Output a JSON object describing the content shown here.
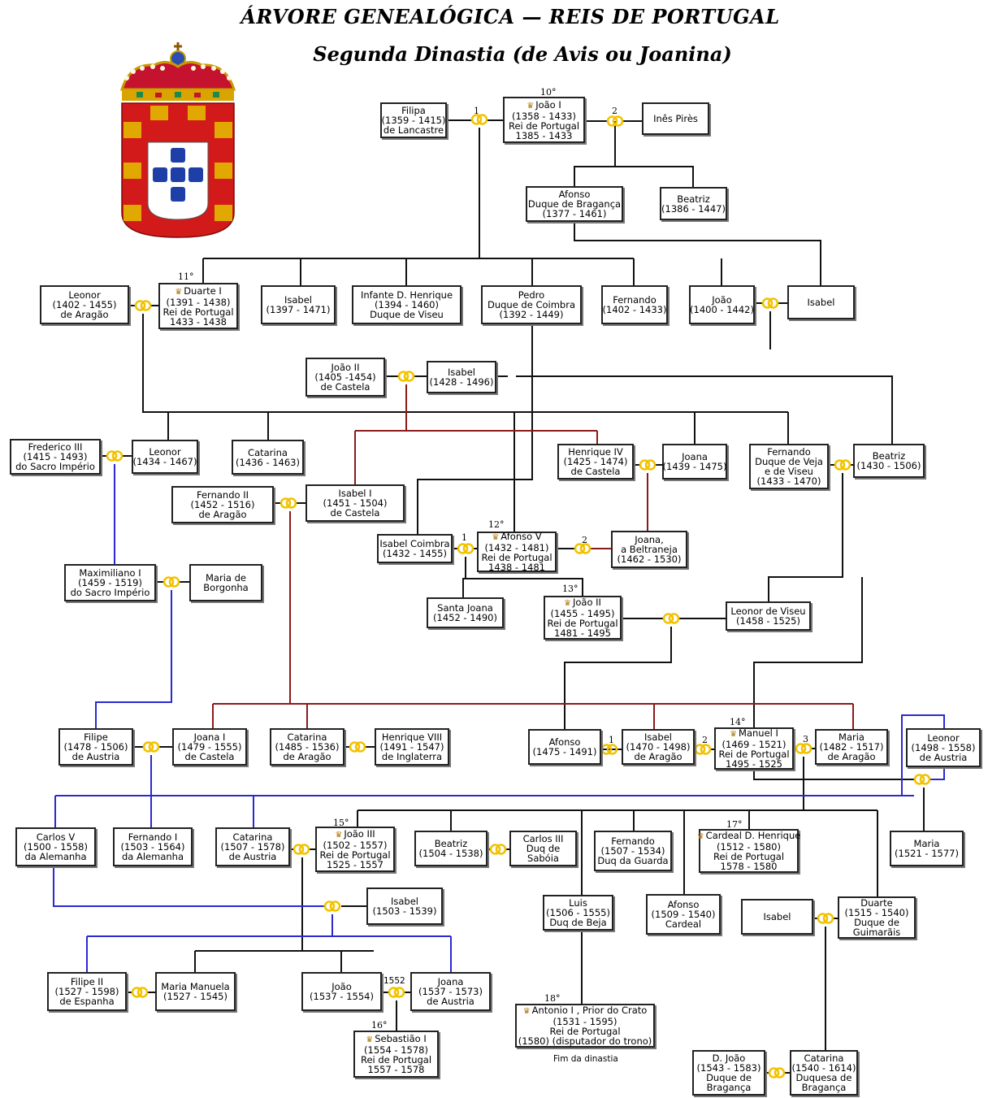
{
  "title": "ÁRVORE GENEALÓGICA — REIS DE PORTUGAL",
  "subtitle": "Segunda Dinastia (de Avis ou Joanina)",
  "colors": {
    "black": "#111111",
    "red": "#8b1a1a",
    "blue": "#2a2acf",
    "ring": "#f2c200"
  },
  "people": {
    "filipa": {
      "lines": [
        "Filipa",
        "(1359 - 1415)",
        "de Lancastre"
      ]
    },
    "joao1": {
      "lines": [
        "João I",
        "(1358 - 1433)",
        "Rei de Portugal",
        "1385 - 1433"
      ]
    },
    "ines": {
      "lines": [
        "Inês Pirès"
      ]
    },
    "afonso_braganca": {
      "lines": [
        "Afonso",
        "Duque de Bragança",
        "(1377 - 1461)"
      ]
    },
    "beatriz1": {
      "lines": [
        "Beatriz",
        "(1386 - 1447)"
      ]
    },
    "leonor_aragao": {
      "lines": [
        "Leonor",
        "(1402 - 1455)",
        "de Aragão"
      ]
    },
    "duarte1": {
      "lines": [
        "Duarte I",
        "(1391 - 1438)",
        "Rei de Portugal",
        "1433 - 1438"
      ]
    },
    "isabel1397": {
      "lines": [
        "Isabel",
        "(1397 - 1471)"
      ]
    },
    "henrique_viseu": {
      "lines": [
        "Infante D. Henrique",
        "(1394 - 1460)",
        "Duque de Viseu"
      ]
    },
    "pedro_coimbra": {
      "lines": [
        "Pedro",
        "Duque de Coimbra",
        "(1392 - 1449)"
      ]
    },
    "fernando1402": {
      "lines": [
        "Fernando",
        "(1402 - 1433)"
      ]
    },
    "joao1400": {
      "lines": [
        "João",
        "(1400 - 1442)"
      ]
    },
    "isabel_b": {
      "lines": [
        "Isabel"
      ]
    },
    "joao2_castela": {
      "lines": [
        "João II",
        "(1405 -1454)",
        "de Castela"
      ]
    },
    "isabel1428": {
      "lines": [
        "Isabel",
        "(1428 - 1496)"
      ]
    },
    "frederico3": {
      "lines": [
        "Frederico III",
        "(1415 - 1493)",
        "do Sacro Império"
      ]
    },
    "leonor1434": {
      "lines": [
        "Leonor",
        "(1434 - 1467)"
      ]
    },
    "catarina1436": {
      "lines": [
        "Catarina",
        "(1436 - 1463)"
      ]
    },
    "henrique4": {
      "lines": [
        "Henrique IV",
        "(1425 - 1474)",
        "de Castela"
      ]
    },
    "joana1439": {
      "lines": [
        "Joana",
        "(1439 - 1475)"
      ]
    },
    "fernando_veja": {
      "lines": [
        "Fernando",
        "Duque de Veja",
        "e de Viseu",
        "(1433 - 1470)"
      ]
    },
    "beatriz1430": {
      "lines": [
        "Beatriz",
        "(1430 - 1506)"
      ]
    },
    "fernando2": {
      "lines": [
        "Fernando II",
        "(1452 - 1516)",
        "de Aragão"
      ]
    },
    "isabel1_castela": {
      "lines": [
        "Isabel I",
        "(1451 - 1504)",
        "de Castela"
      ]
    },
    "isabel_coimbra": {
      "lines": [
        "Isabel Coimbra",
        "(1432 - 1455)"
      ]
    },
    "afonso5": {
      "lines": [
        "Afonso V",
        "(1432 - 1481)",
        "Rei de Portugal",
        "1438 - 1481"
      ]
    },
    "joana_beltraneja": {
      "lines": [
        "Joana,",
        "a Beltraneja",
        "(1462 - 1530)"
      ]
    },
    "maximiliano": {
      "lines": [
        "Maximiliano I",
        "(1459 - 1519)",
        "do Sacro Império"
      ]
    },
    "maria_borgonha": {
      "lines": [
        "Maria de",
        "Borgonha"
      ]
    },
    "santa_joana": {
      "lines": [
        "Santa Joana",
        "(1452 - 1490)"
      ]
    },
    "joao2": {
      "lines": [
        "João II",
        "(1455 - 1495)",
        "Rei de Portugal",
        "1481 - 1495"
      ]
    },
    "leonor_viseu": {
      "lines": [
        "Leonor de Viseu",
        "(1458 - 1525)"
      ]
    },
    "filipe_austria": {
      "lines": [
        "Filipe",
        "(1478 - 1506)",
        "de Austria"
      ]
    },
    "joana1_castela": {
      "lines": [
        "Joana I",
        "(1479 - 1555)",
        "de Castela"
      ]
    },
    "catarina_aragao": {
      "lines": [
        "Catarina",
        "(1485 - 1536)",
        "de Aragão"
      ]
    },
    "henrique8": {
      "lines": [
        "Henrique VIII",
        "(1491 - 1547)",
        "de Inglaterra"
      ]
    },
    "afonso1475": {
      "lines": [
        "Afonso",
        "(1475 - 1491)"
      ]
    },
    "isabel_aragao": {
      "lines": [
        "Isabel",
        "(1470 - 1498)",
        "de Aragão"
      ]
    },
    "manuel1": {
      "lines": [
        "Manuel I",
        "(1469 - 1521)",
        "Rei de Portugal",
        "1495 - 1525"
      ]
    },
    "maria_aragao": {
      "lines": [
        "Maria",
        "(1482 - 1517)",
        "de Aragão"
      ]
    },
    "leonor_austria": {
      "lines": [
        "Leonor",
        "(1498 - 1558)",
        "de Austria"
      ]
    },
    "carlos5": {
      "lines": [
        "Carlos V",
        "(1500 - 1558)",
        "da Alemanha"
      ]
    },
    "fernando1_alemanha": {
      "lines": [
        "Fernando I",
        "(1503 - 1564)",
        "da Alemanha"
      ]
    },
    "catarina_austria": {
      "lines": [
        "Catarina",
        "(1507 - 1578)",
        "de Austria"
      ]
    },
    "joao3": {
      "lines": [
        "João III",
        "(1502 - 1557)",
        "Rei de Portugal",
        "1525 - 1557"
      ]
    },
    "beatriz1504": {
      "lines": [
        "Beatriz",
        "(1504 - 1538)"
      ]
    },
    "carlos3": {
      "lines": [
        "Carlos III",
        "Duq de",
        "Sabóia"
      ]
    },
    "fernando_guarda": {
      "lines": [
        "Fernando",
        "(1507 - 1534)",
        "Duq da Guarda"
      ]
    },
    "henrique_cardeal": {
      "lines": [
        "Cardeal D. Henrique",
        "(1512 - 1580)",
        "Rei de Portugal",
        "1578 - 1580"
      ]
    },
    "maria1521": {
      "lines": [
        "Maria",
        "(1521 - 1577)"
      ]
    },
    "isabel1503": {
      "lines": [
        "Isabel",
        "(1503 - 1539)"
      ]
    },
    "luis_beja": {
      "lines": [
        "Luis",
        "(1506 - 1555)",
        "Duq de Beja"
      ]
    },
    "afonso_cardeal": {
      "lines": [
        "Afonso",
        "(1509 - 1540)",
        "Cardeal"
      ]
    },
    "isabel_c": {
      "lines": [
        "Isabel"
      ]
    },
    "duarte_guimaraes": {
      "lines": [
        "Duarte",
        "(1515 - 1540)",
        "Duque de",
        "Guimarãis"
      ]
    },
    "filipe2": {
      "lines": [
        "Filipe II",
        "(1527 - 1598)",
        "de Espanha"
      ]
    },
    "maria_manuela": {
      "lines": [
        "Maria Manuela",
        "(1527 - 1545)"
      ]
    },
    "joao1537": {
      "lines": [
        "João",
        "(1537 - 1554)"
      ]
    },
    "joana_austria": {
      "lines": [
        "Joana",
        "(1537 - 1573)",
        "de Austria"
      ]
    },
    "antonio1": {
      "lines": [
        "Antonio I , Prior  do Crato",
        "(1531 - 1595)",
        "Rei de Portugal",
        "(1580) (disputador do trono)"
      ]
    },
    "sebastiao": {
      "lines": [
        "Sebastião I",
        "(1554 - 1578)",
        "Rei de Portugal",
        "1557 - 1578"
      ]
    },
    "d_joao": {
      "lines": [
        "D. João",
        "(1543 - 1583)",
        "Duque de",
        "Bragança"
      ]
    },
    "catarina_braganca": {
      "lines": [
        "Catarina",
        "(1540 - 1614)",
        "Duquesa de",
        "Bragança"
      ]
    }
  },
  "crowned": [
    "joao1",
    "duarte1",
    "afonso5",
    "joao2",
    "manuel1",
    "joao3",
    "henrique_cardeal",
    "antonio1",
    "sebastiao"
  ],
  "ordinals": [
    "10°",
    "11°",
    "12°",
    "13°",
    "14°",
    "15°",
    "16°",
    "17°",
    "18°"
  ],
  "marriage_numbers": [
    "1",
    "2",
    "1",
    "2",
    "1",
    "2",
    "3"
  ],
  "notes": {
    "year_1552": "1552",
    "end": "Fim da dinastia"
  },
  "icons": {
    "crown": "crown-icon",
    "rings": "wedding-rings-icon",
    "coat_of_arms": "coat-of-arms-icon"
  }
}
